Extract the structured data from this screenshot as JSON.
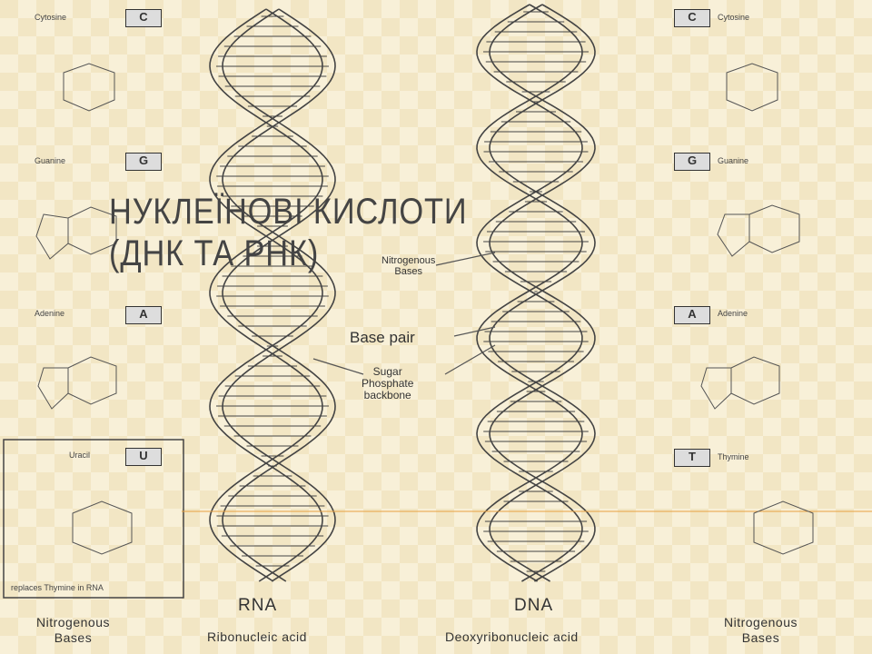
{
  "title": {
    "line1": "НУКЛЕЇНОВІ КИСЛОТИ",
    "line2": "(ДНК ТА РНК)"
  },
  "left_bases": [
    {
      "name": "Cytosine",
      "letter": "C"
    },
    {
      "name": "Guanine",
      "letter": "G"
    },
    {
      "name": "Adenine",
      "letter": "A"
    },
    {
      "name": "Uracil",
      "letter": "U"
    }
  ],
  "right_bases": [
    {
      "name": "Cytosine",
      "letter": "C"
    },
    {
      "name": "Guanine",
      "letter": "G"
    },
    {
      "name": "Adenine",
      "letter": "A"
    },
    {
      "name": "Thymine",
      "letter": "T"
    }
  ],
  "uracil_note": "replaces Thymine in RNA",
  "labels": {
    "nitrogenous": "Nitrogenous",
    "bases": "Bases",
    "base_pair": "Base pair",
    "sugar": "Sugar",
    "phosphate": "Phosphate",
    "backbone": "backbone"
  },
  "rna": {
    "short": "RNA",
    "long": "Ribonucleic acid"
  },
  "dna": {
    "short": "DNA",
    "long": "Deoxyribonucleic acid"
  },
  "footer": {
    "left_line1": "Nitrogenous",
    "left_line2": "Bases",
    "right_line1": "Nitrogenous",
    "right_line2": "Bases"
  },
  "colors": {
    "background": "#f7efd6",
    "accent_line": "#e8a040"
  }
}
